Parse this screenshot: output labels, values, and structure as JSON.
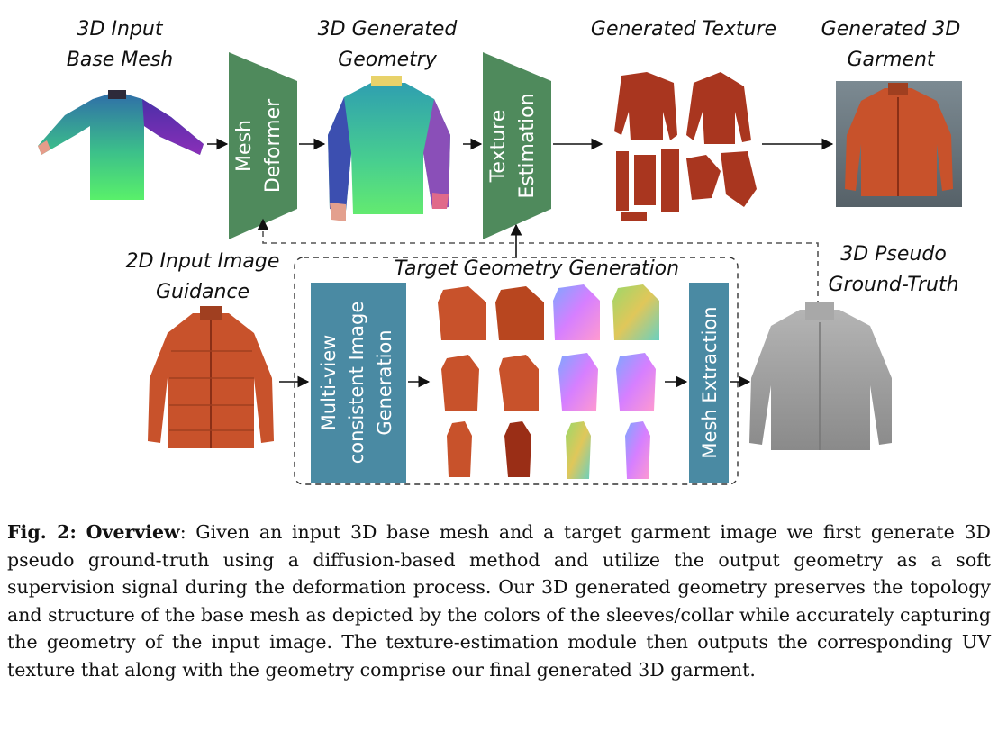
{
  "figure": {
    "labels": {
      "base_mesh": [
        "3D Input",
        "Base Mesh"
      ],
      "generated_geometry": [
        "3D Generated",
        "Geometry"
      ],
      "generated_texture": "Generated Texture",
      "generated_garment": [
        "Generated 3D",
        "Garment"
      ],
      "input_image": [
        "2D Input Image",
        "Guidance"
      ],
      "target_geometry": "Target Geometry Generation",
      "pseudo_gt": [
        "3D Pseudo",
        "Ground-Truth"
      ]
    },
    "modules": {
      "mesh_deformer": [
        "Mesh",
        "Deformer"
      ],
      "texture_estimation": [
        "Texture",
        "Estimation"
      ],
      "multiview": [
        "Multi-view",
        "consistent Image",
        "Generation"
      ],
      "mesh_extraction": "Mesh Extraction"
    },
    "colors": {
      "module_green": "#4f8a5c",
      "module_teal": "#4a8aa3",
      "jacket_red": "#c8522b",
      "texture_red": "#a9361f",
      "pseudo_gray": "#9a9a9a"
    }
  },
  "caption": {
    "label": "Fig. 2:",
    "title": "Overview",
    "body": ": Given an input 3D base mesh and a target garment image we first generate 3D pseudo ground-truth using a diffusion-based method and utilize the output geometry as a soft supervision signal during the deformation process. Our 3D generated geometry preserves the topology and structure of the base mesh as depicted by the colors of the sleeves/collar while accurately capturing the geometry of the input image. The texture-estimation module then outputs the corresponding UV texture that along with the geometry comprise our final generated 3D garment."
  }
}
